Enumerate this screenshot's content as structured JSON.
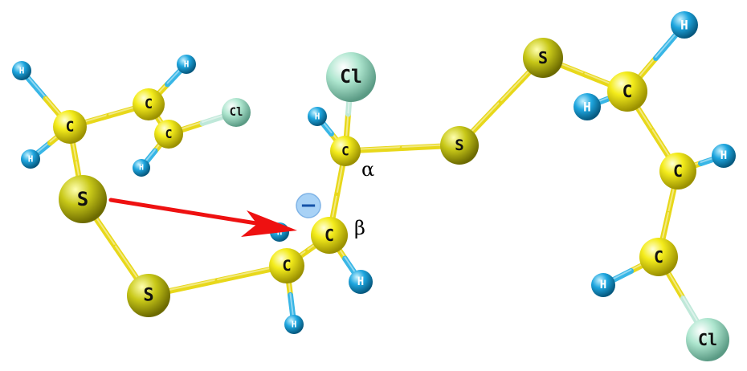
{
  "molecule": {
    "atoms": {
      "h1": {
        "symbol": "H",
        "element": "H"
      },
      "h2": {
        "symbol": "H",
        "element": "H"
      },
      "c1": {
        "symbol": "C",
        "element": "C"
      },
      "h3": {
        "symbol": "H",
        "element": "H"
      },
      "c2": {
        "symbol": "C",
        "element": "C"
      },
      "c3": {
        "symbol": "C",
        "element": "C"
      },
      "h4": {
        "symbol": "H",
        "element": "H"
      },
      "cl1": {
        "symbol": "Cl",
        "element": "Cl"
      },
      "s1": {
        "symbol": "S",
        "element": "S"
      },
      "s2": {
        "symbol": "S",
        "element": "S"
      },
      "c4": {
        "symbol": "C",
        "element": "C"
      },
      "h5": {
        "symbol": "H",
        "element": "H"
      },
      "h6": {
        "symbol": "H",
        "element": "H"
      },
      "c5": {
        "symbol": "C",
        "element": "C"
      },
      "h7": {
        "symbol": "H",
        "element": "H"
      },
      "c6": {
        "symbol": "C",
        "element": "C"
      },
      "h8": {
        "symbol": "H",
        "element": "H"
      },
      "cl2": {
        "symbol": "Cl",
        "element": "Cl"
      },
      "s3": {
        "symbol": "S",
        "element": "S"
      },
      "s4": {
        "symbol": "S",
        "element": "S"
      },
      "c7": {
        "symbol": "C",
        "element": "C"
      },
      "h9": {
        "symbol": "H",
        "element": "H"
      },
      "h10": {
        "symbol": "H",
        "element": "H"
      },
      "c8": {
        "symbol": "C",
        "element": "C"
      },
      "h11": {
        "symbol": "H",
        "element": "H"
      },
      "c9": {
        "symbol": "C",
        "element": "C"
      },
      "h12": {
        "symbol": "H",
        "element": "H"
      },
      "cl3": {
        "symbol": "Cl",
        "element": "Cl"
      }
    }
  },
  "annotations": {
    "alpha": "α",
    "beta": "β",
    "charge": "−"
  },
  "colors": {
    "S": "#bcbc12",
    "C": "#f2ea1a",
    "H": "#1ea6df",
    "Cl": "#9ee0c7",
    "bond": "#e8d81a",
    "arrow": "#ee1111",
    "charge_badge": "#8cc4f0",
    "charge_sign": "#1553a8"
  }
}
